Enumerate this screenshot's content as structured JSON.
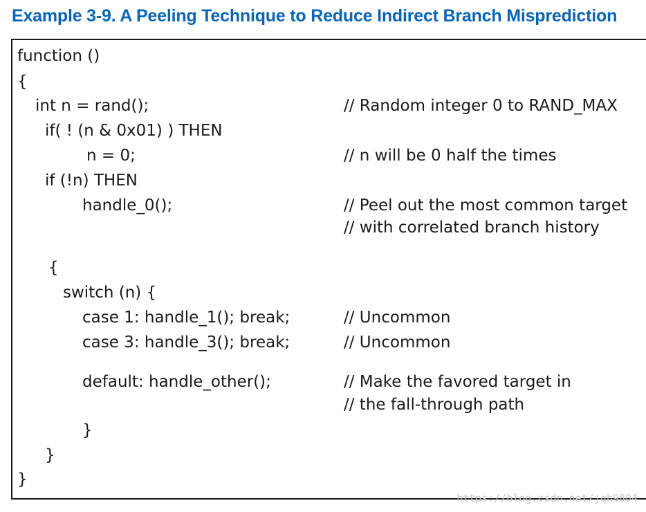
{
  "title": "Example 3-9.  A Peeling Technique to Reduce Indirect Branch Misprediction",
  "code": [
    "function ()",
    "{",
    "int n = rand();",
    "if( ! (n & 0x01) ) THEN",
    "n = 0;",
    "if (!n) THEN",
    "handle_0();",
    "{",
    "switch (n) {",
    "case 1: handle_1(); break;",
    "case 3: handle_3(); break;",
    "default: handle_other();",
    "}",
    "}",
    "}"
  ],
  "comments": [
    "// Random integer 0 to RAND_MAX",
    "// n will be 0 half the times",
    "// Peel out the most common target",
    "// with correlated branch history",
    "// Uncommon",
    "// Uncommon",
    "// Make the favored target in",
    "// the fall-through path"
  ],
  "watermark": "https://blog.csdn.net/jqh9804",
  "colors": {
    "title": "#0a65b4",
    "text": "#1a1a1a",
    "border": "#1a1a1a",
    "watermark": "#c8c8c8"
  }
}
